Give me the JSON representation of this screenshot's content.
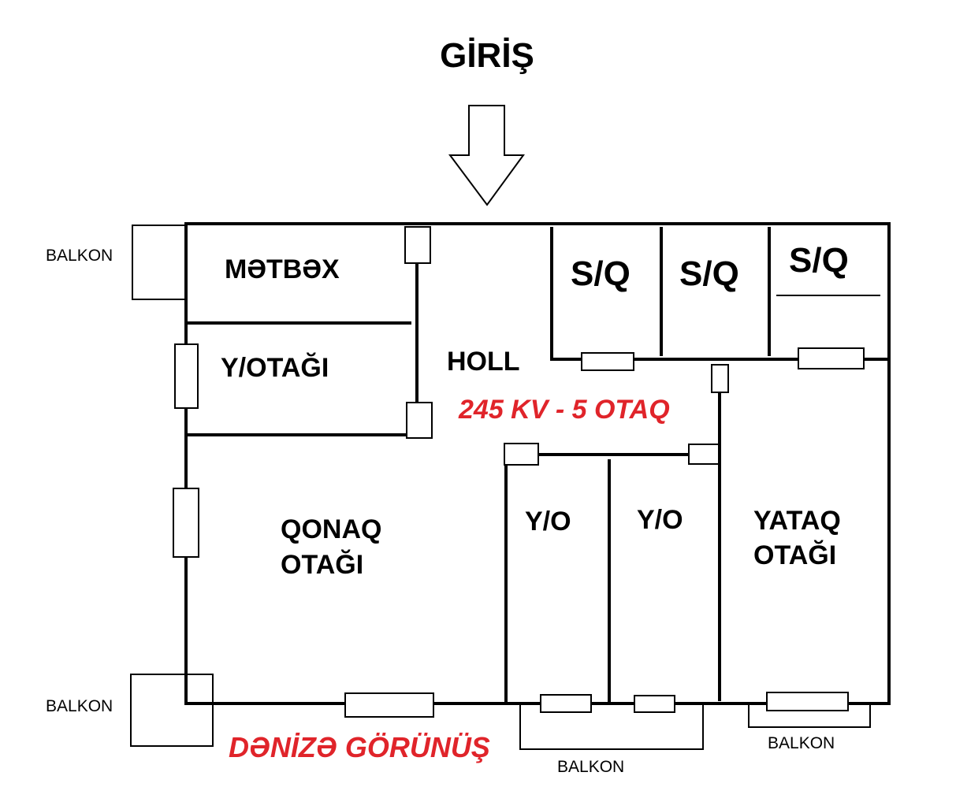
{
  "entrance": {
    "label": "GİRİŞ"
  },
  "rooms": {
    "kitchen": "MƏTBƏX",
    "living_small": "Y/OTAĞI",
    "hall": "HOLL",
    "storage_1": "S/Q",
    "storage_2": "S/Q",
    "storage_3": "S/Q",
    "living_room_line1": "QONAQ",
    "living_room_line2": "OTAĞI",
    "bedroom_1": "Y/O",
    "bedroom_2": "Y/O",
    "master_line1": "YATAQ",
    "master_line2": "OTAĞI"
  },
  "balconies": {
    "top_left": "BALKON",
    "bottom_left": "BALKON",
    "bottom_middle": "BALKON",
    "bottom_right": "BALKON"
  },
  "summary": "245 KV - 5 OTAQ",
  "view_note": "DƏNİZƏ GÖRÜNÜŞ",
  "colors": {
    "walls": "#000000",
    "highlight": "#e0242a",
    "background": "#ffffff"
  }
}
